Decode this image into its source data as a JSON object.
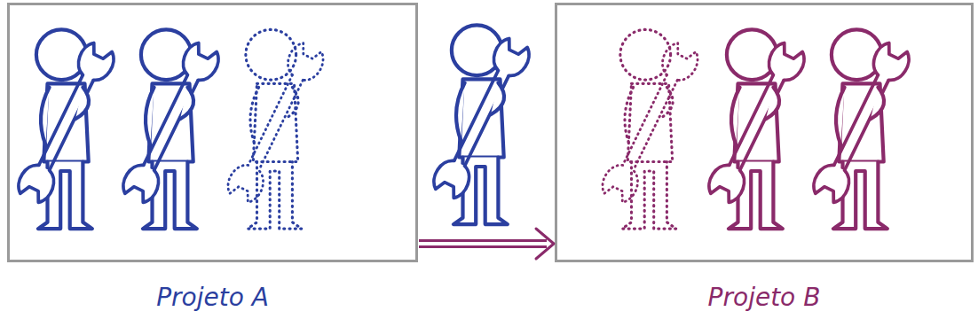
{
  "diagram": {
    "nodes": [
      {
        "text": [
          "Projeto A"
        ]
      },
      {
        "text": [
          "Projeto B"
        ]
      }
    ],
    "edges": [
      {
        "from": 0,
        "to": 1,
        "arrow": "to"
      }
    ]
  }
}
